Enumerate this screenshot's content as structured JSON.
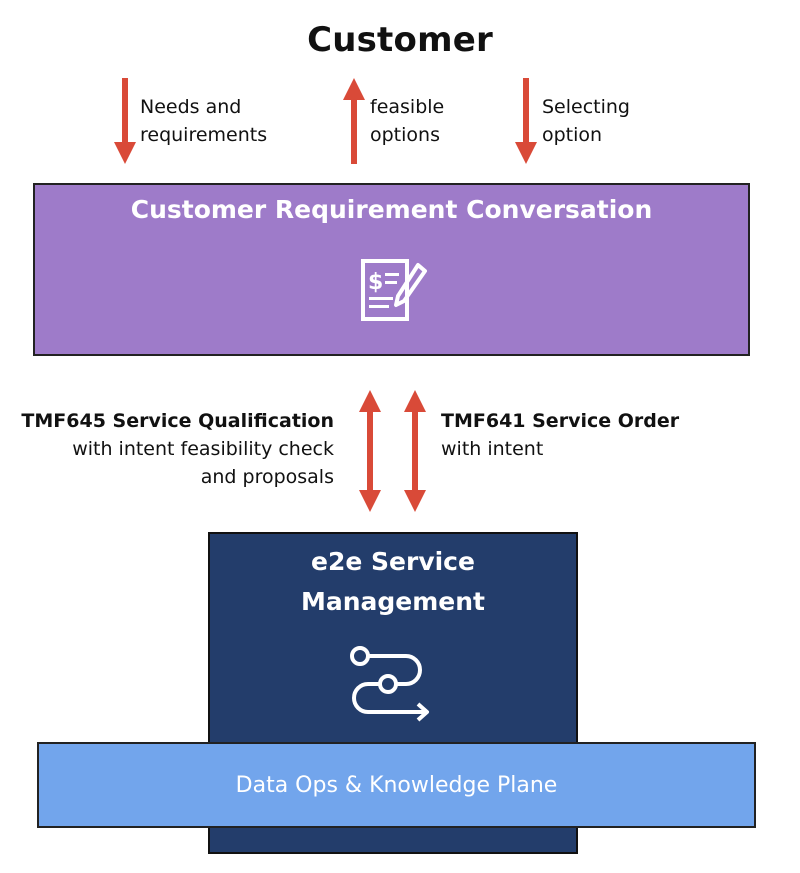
{
  "title": "Customer",
  "customer_flows": [
    {
      "direction": "down",
      "line1": "Needs and",
      "line2": "requirements"
    },
    {
      "direction": "up",
      "line1": "feasible",
      "line2": "options"
    },
    {
      "direction": "down",
      "line1": "Selecting",
      "line2": "option"
    }
  ],
  "conversation": {
    "title": "Customer Requirement Conversation",
    "icon": "invoice-pencil-icon"
  },
  "apis": {
    "left": {
      "bold": "TMF645 Service Qualification",
      "line2": "with intent feasibility check",
      "line3": "and proposals"
    },
    "right": {
      "bold": "TMF641 Service Order",
      "line2": "with intent"
    }
  },
  "service_management": {
    "line1": "e2e Service",
    "line2": "Management",
    "icon": "workflow-path-icon"
  },
  "plane": {
    "label": "Data Ops & Knowledge Plane"
  },
  "colors": {
    "arrow": "#d94a38",
    "conversation_box": "#9e7bc9",
    "service_box": "#233d6b",
    "plane_box": "#72a5ec"
  }
}
